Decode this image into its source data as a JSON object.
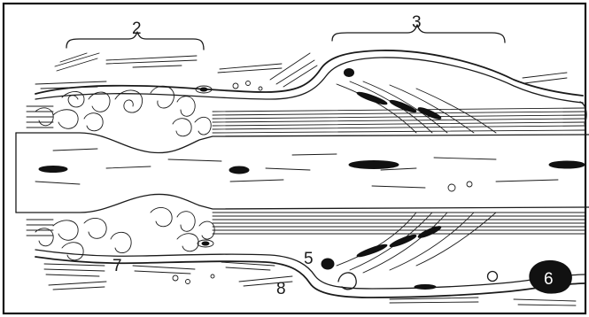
{
  "figure": {
    "labels": {
      "node_2": "2",
      "node_3": "3",
      "node_5": "5",
      "node_6": "6",
      "node_7": "7",
      "node_8": "8"
    }
  }
}
